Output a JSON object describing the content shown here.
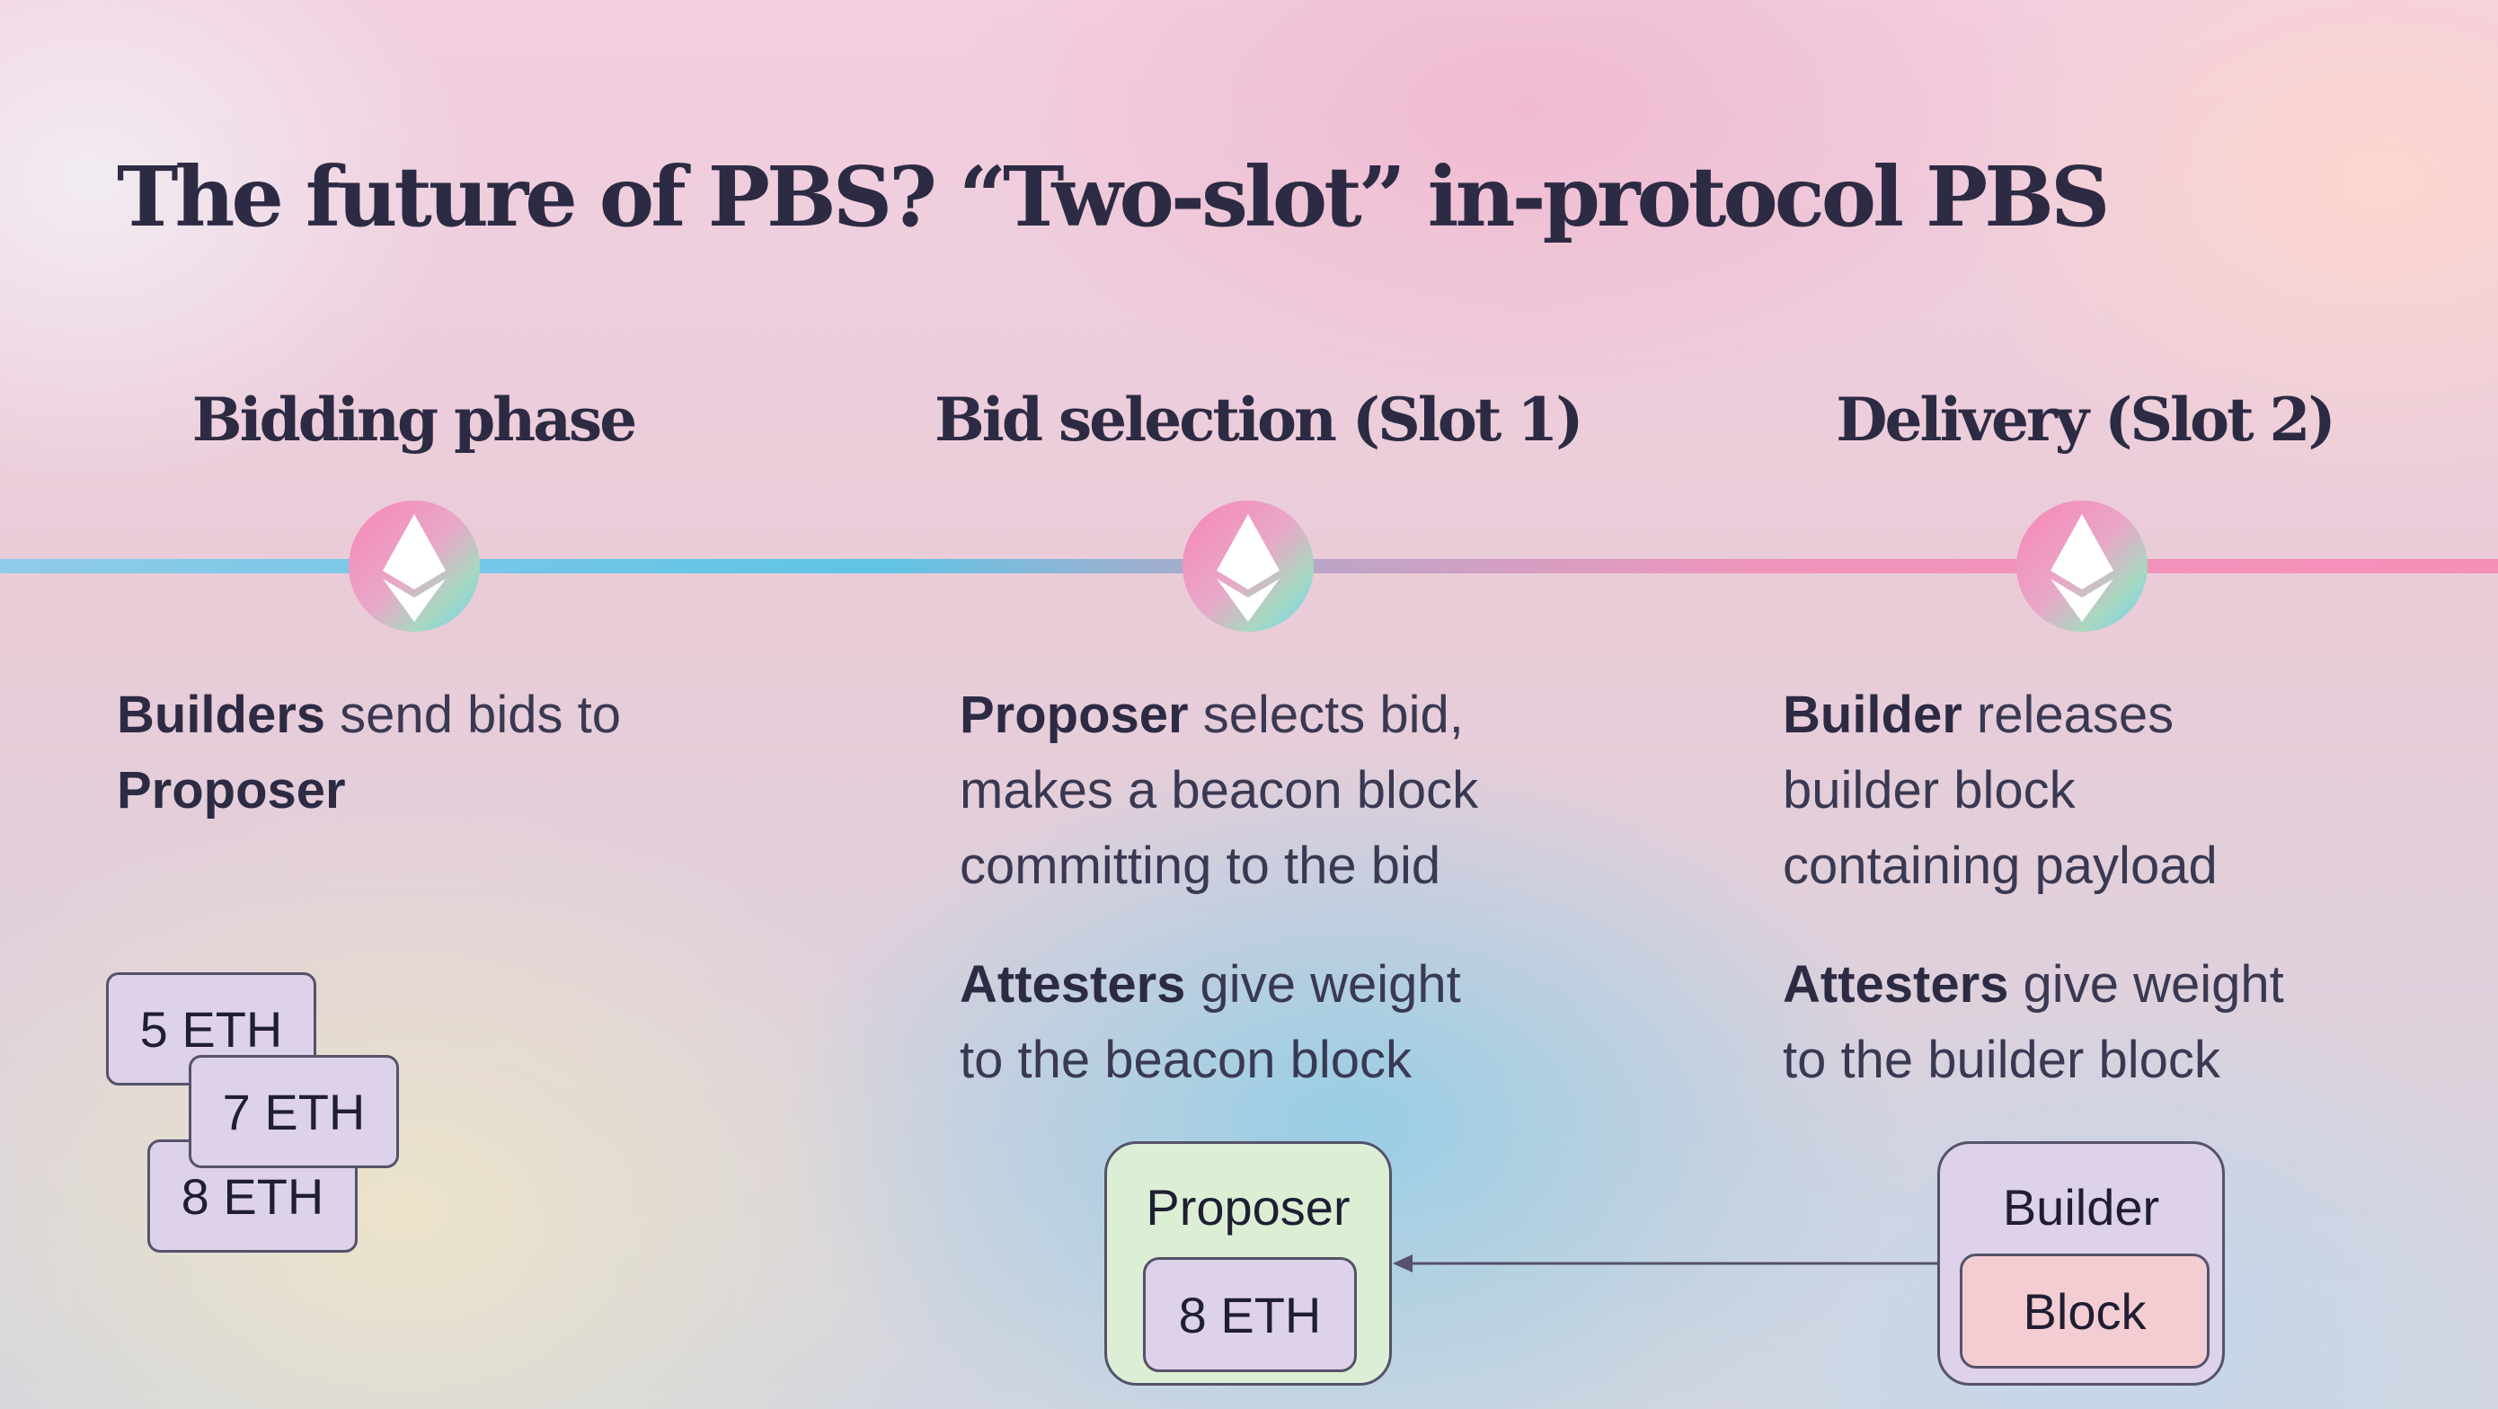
{
  "slide": {
    "title": "The future of PBS? “Two-slot” in-protocol PBS"
  },
  "phases": [
    {
      "title": "Bidding phase",
      "icon": "ethereum-icon",
      "paragraphs": [
        {
          "bold": "Builders",
          "lines": [
            " send bids to",
            "Proposer"
          ],
          "bold_second_line": true
        }
      ]
    },
    {
      "title": "Bid selection (Slot 1)",
      "icon": "ethereum-icon",
      "paragraphs": [
        {
          "bold": "Proposer",
          "rest": [
            " selects bid,",
            "makes a beacon block",
            "committing to the bid"
          ]
        },
        {
          "bold": "Attesters",
          "rest": [
            " give weight",
            "to the beacon block"
          ]
        }
      ]
    },
    {
      "title": "Delivery (Slot 2)",
      "icon": "ethereum-icon",
      "paragraphs": [
        {
          "bold": "Builder",
          "rest": [
            " releases",
            "builder block",
            "containing payload"
          ]
        },
        {
          "bold": "Attesters",
          "rest": [
            " give weight",
            "to the builder block"
          ]
        }
      ]
    }
  ],
  "bids": [
    "5 ETH",
    "7 ETH",
    "8 ETH"
  ],
  "proposer_box": {
    "label": "Proposer",
    "bid": "8 ETH",
    "fill": "#dcefd4",
    "bid_fill": "#ddd2ea"
  },
  "builder_box": {
    "label": "Builder",
    "block": "Block",
    "fill": "#ddd2ea",
    "block_fill": "#f4cdd2"
  },
  "colors": {
    "timeline_blue": "#6ec6e8",
    "timeline_pink": "#f290b8",
    "heading": "#2d2b44"
  }
}
